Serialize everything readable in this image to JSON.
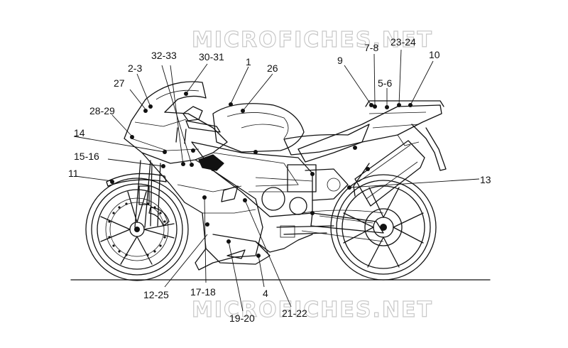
{
  "watermark": {
    "top": "MICROFICHES.NET",
    "bottom": "MICROFICHES.NET"
  },
  "callouts": {
    "c1": "1",
    "c2_3": "2-3",
    "c4": "4",
    "c5_6": "5-6",
    "c7_8": "7-8",
    "c9": "9",
    "c10": "10",
    "c11": "11",
    "c12_25": "12-25",
    "c13": "13",
    "c14": "14",
    "c15_16": "15-16",
    "c17_18": "17-18",
    "c19_20": "19-20",
    "c21_22": "21-22",
    "c23_24": "23-24",
    "c26": "26",
    "c27": "27",
    "c28_29": "28-29",
    "c30_31": "30-31",
    "c32_33": "32-33"
  },
  "colors": {
    "ink": "#111111",
    "watermark": "#c8c8c8",
    "background": "#ffffff"
  }
}
